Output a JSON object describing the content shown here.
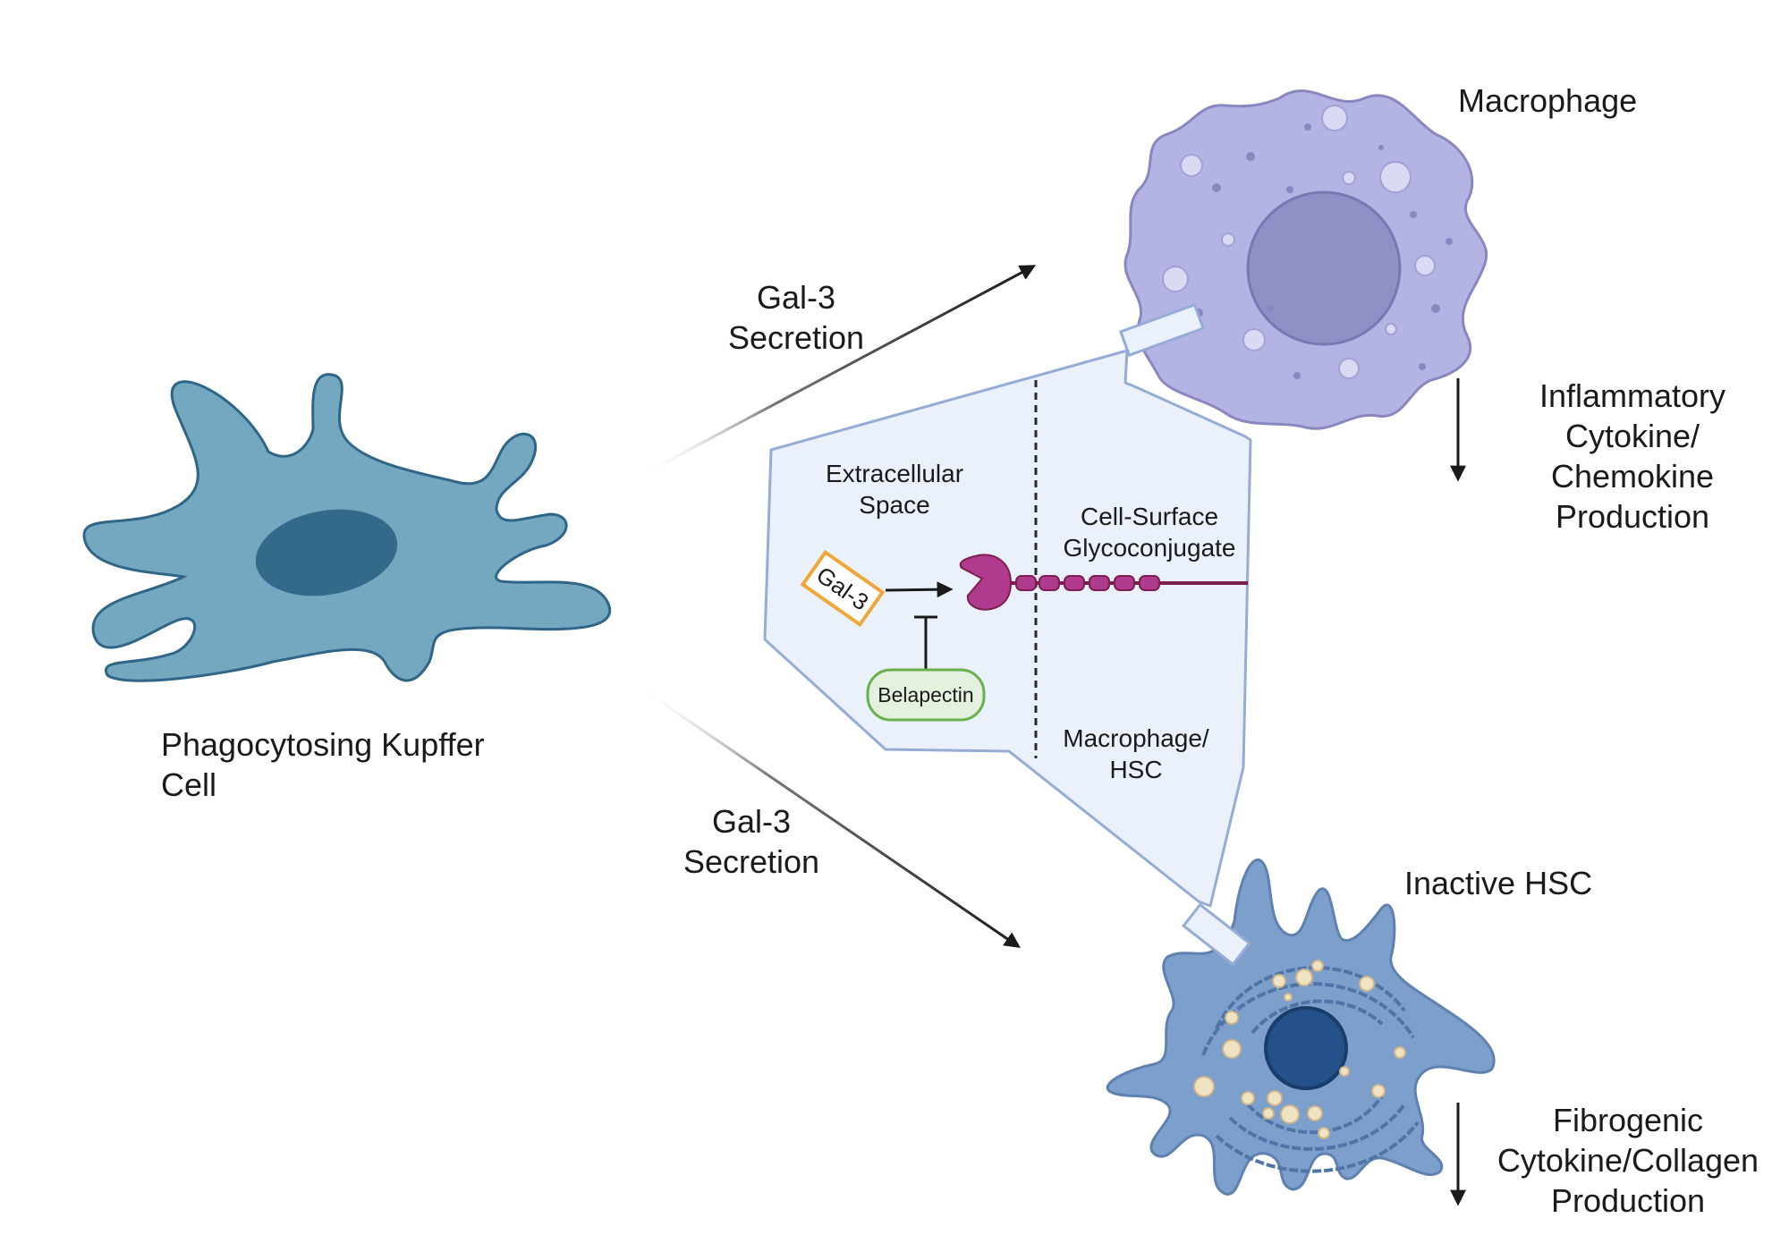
{
  "labels": {
    "kupffer": [
      "Phagocytosing Kupffer",
      "Cell"
    ],
    "macrophage": "Macrophage",
    "hsc": "Inactive HSC",
    "secretion_top": [
      "Gal-3",
      "Secretion"
    ],
    "secretion_bottom": [
      "Gal-3",
      "Secretion"
    ],
    "inflammatory": [
      "Inflammatory",
      "Cytokine/",
      "Chemokine",
      "Production"
    ],
    "fibrogenic": [
      "Fibrogenic",
      "Cytokine/Collagen",
      "Production"
    ],
    "extracellular": [
      "Extracellular",
      "Space"
    ],
    "cell_surface": [
      "Cell-Surface",
      "Glycoconjugate"
    ],
    "macrophage_hsc": [
      "Macrophage/",
      "HSC"
    ],
    "gal3_tag": "Gal-3",
    "belapectin": "Belapectin"
  },
  "colors": {
    "kupffer_body": "#73a8c0",
    "kupffer_nucleus": "#336a8a",
    "macrophage_body": "#b4b4e4",
    "macrophage_nucleus": "#9090c6",
    "hsc_body": "#7c9fcb",
    "hsc_nucleus": "#24518a",
    "inset_fill": "#eaf1fa",
    "inset_stroke": "#94acd6",
    "receptor": "#b03a8e",
    "gal3_border": "#f0a73a",
    "belapectin_fill": "#e4f1de",
    "belapectin_border": "#69b04e"
  }
}
